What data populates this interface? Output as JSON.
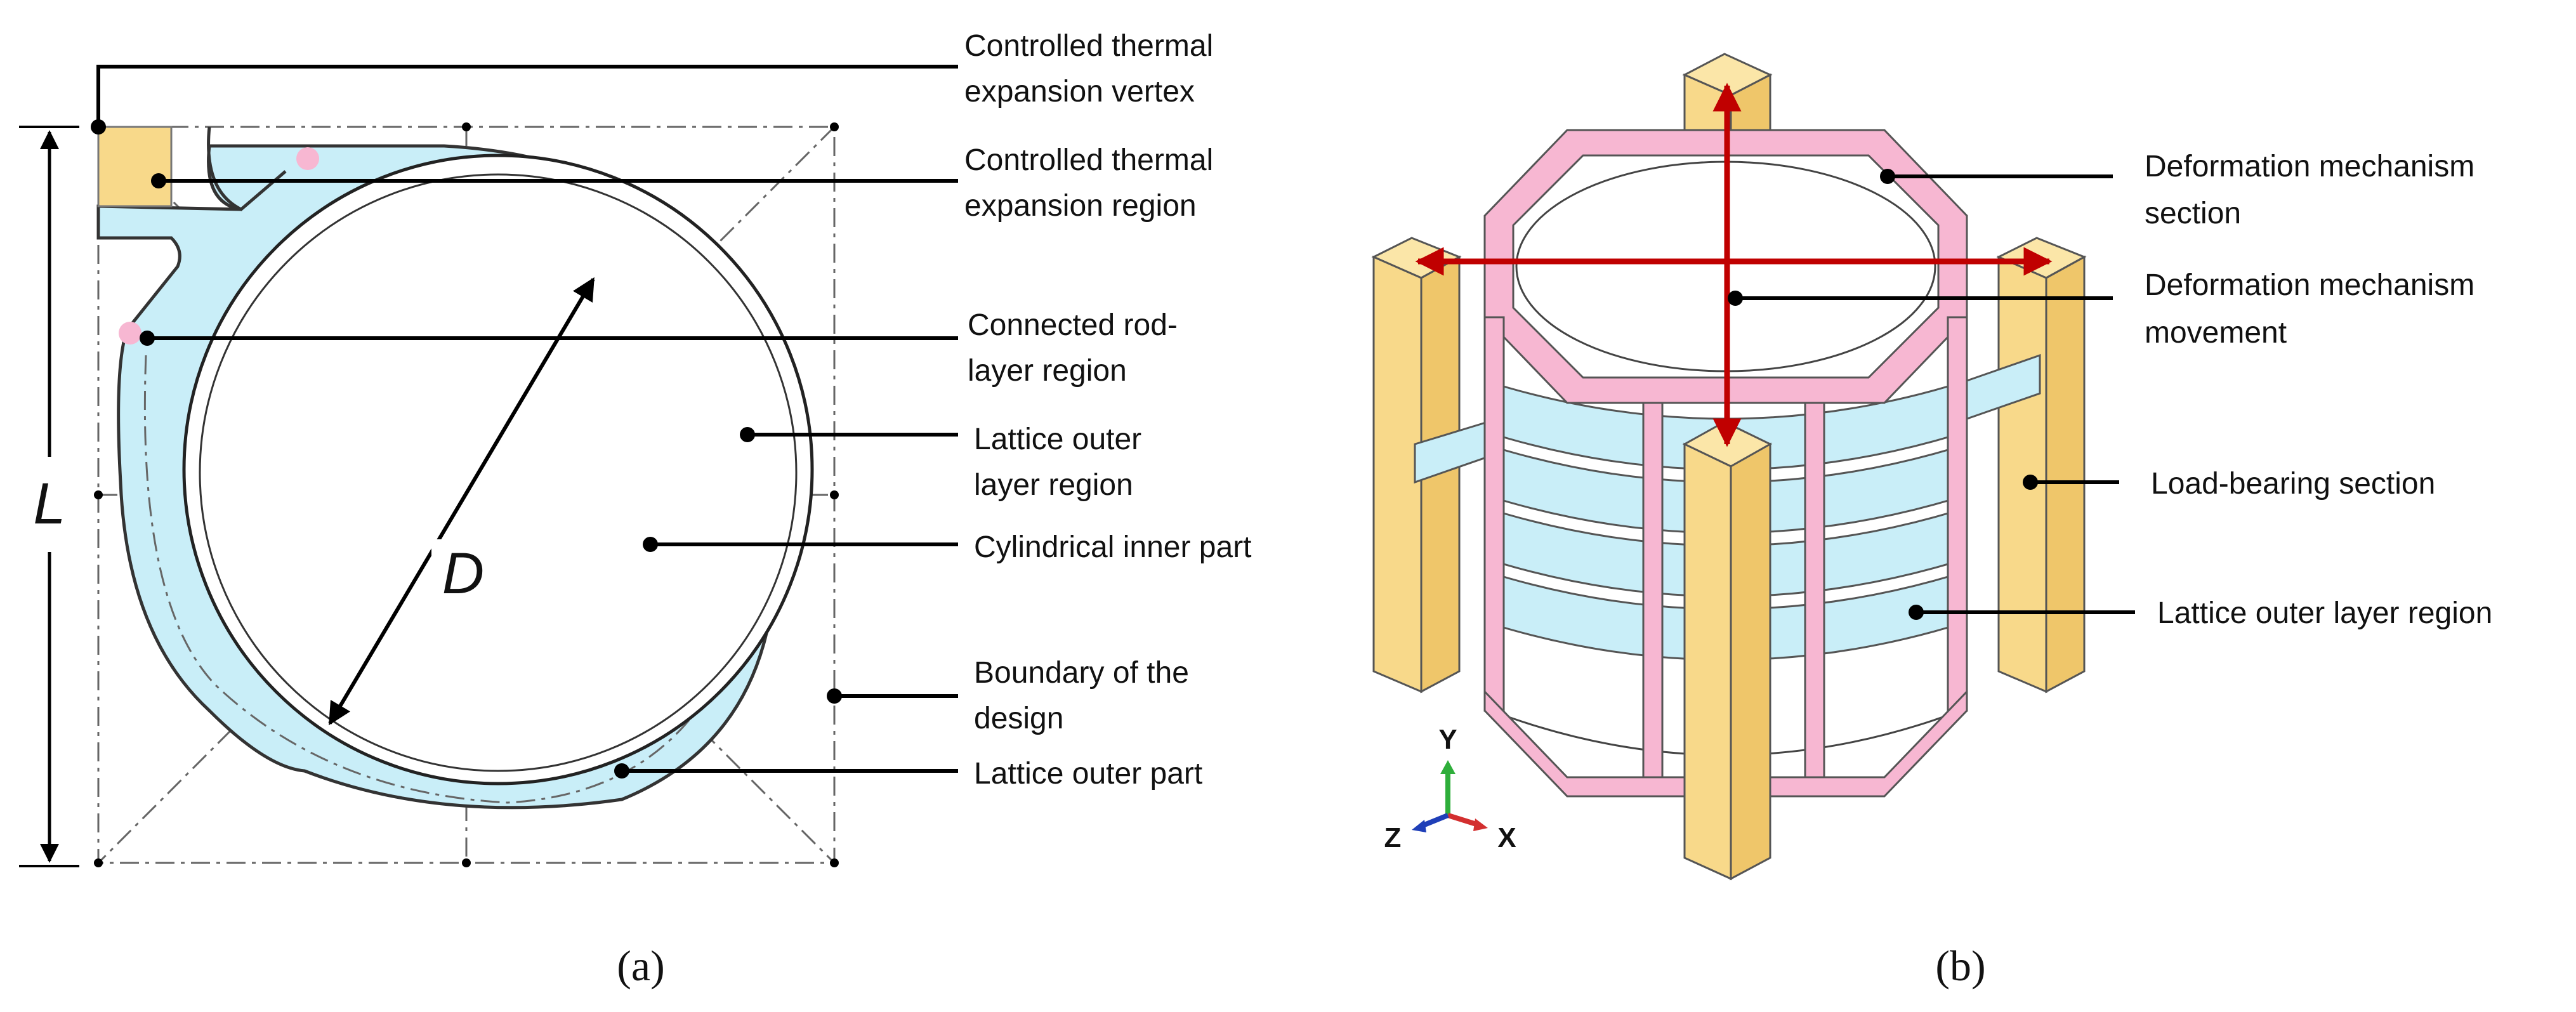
{
  "panel_a": {
    "caption": "(a)",
    "dim_L": "L",
    "dim_D": "D",
    "labels": {
      "vertex": [
        "Controlled thermal",
        "expansion vertex"
      ],
      "region": [
        "Controlled thermal",
        "expansion region"
      ],
      "rod": [
        "Connected rod-",
        "layer region"
      ],
      "outer_layer": [
        "Lattice outer",
        "layer region"
      ],
      "inner": [
        "Cylindrical inner part"
      ],
      "boundary": [
        "Boundary of the",
        "design"
      ],
      "outer_part": [
        "Lattice outer part"
      ]
    }
  },
  "panel_b": {
    "caption": "(b)",
    "labels": {
      "mech_section": [
        "Deformation mechanism",
        "section"
      ],
      "mech_move": [
        "Deformation mechanism",
        "movement"
      ],
      "load": [
        "Load-bearing section"
      ],
      "lattice": [
        "Lattice outer layer region"
      ]
    },
    "axes": {
      "y": "Y",
      "z": "Z",
      "x": "X"
    }
  },
  "colors": {
    "yellow": "#f8d98a",
    "blue": "#c9eef8",
    "pink": "#f7b7d2",
    "red": "#c00000",
    "axis_y": "#2eae3a",
    "axis_x": "#d32f2f",
    "axis_z": "#1f3fb8"
  }
}
